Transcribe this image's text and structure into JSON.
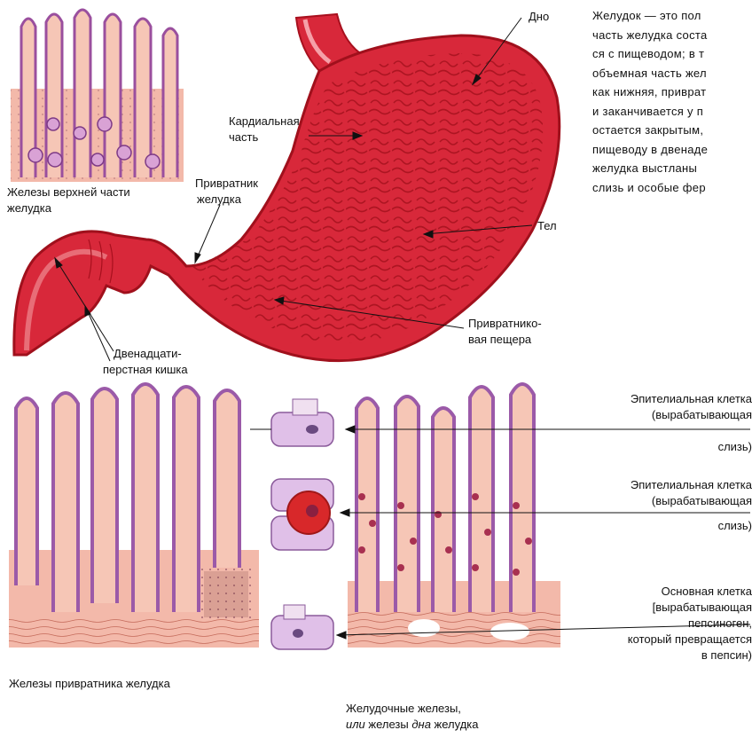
{
  "stomach_labels": {
    "fundus": "Дно",
    "cardiac_1": "Кардиальная",
    "cardiac_2": "часть",
    "pylorus_1": "Привратник",
    "pylorus_2": "желудка",
    "body": "Тел",
    "antrum_1": "Привратнико-",
    "antrum_2": "вая пещера",
    "duodenum_1": "Двенадцати-",
    "duodenum_2": "перстная кишка"
  },
  "upper_glands_caption": {
    "line1": "Железы верхней части",
    "line2": "желудка"
  },
  "paragraph_lines": [
    "Желудок — это пол",
    "часть желудка соста",
    "ся с пищеводом; в т",
    "объемная часть жел",
    "как нижняя, приврат",
    "и заканчивается у п",
    "остается закрытым,",
    "пищеводу в двенаде",
    "желудка выстланы",
    "слизь и особые фер"
  ],
  "cell_labels": [
    {
      "line1": "Эпителиальная клетка",
      "line2": "(вырабатывающая",
      "line3": "слизь)"
    },
    {
      "line1": "Эпителиальная клетка",
      "line2": "(вырабатывающая",
      "line3": "слизь)"
    },
    {
      "line1": "Основная клетка",
      "line2": "[вырабатывающая",
      "line3": "пепсиноген,",
      "line4": "который превращается",
      "line5": "в пепсин)"
    }
  ],
  "bottom_captions": {
    "pyloric": "Железы привратника желудка",
    "fundic_line1": "Желудочные железы,",
    "fundic_line2_part1": "или",
    "fundic_line2_part2": " железы ",
    "fundic_line2_part3": "дна",
    "fundic_line2_part4": " желудка"
  },
  "colors": {
    "stomach_red": "#d8283a",
    "stomach_dark": "#a8101e",
    "tissue_pink": "#f2b7a8",
    "epithelium_purple": "#b88ac8",
    "cell_lavender": "#e0c0e8",
    "red_cell": "#d8282a"
  }
}
